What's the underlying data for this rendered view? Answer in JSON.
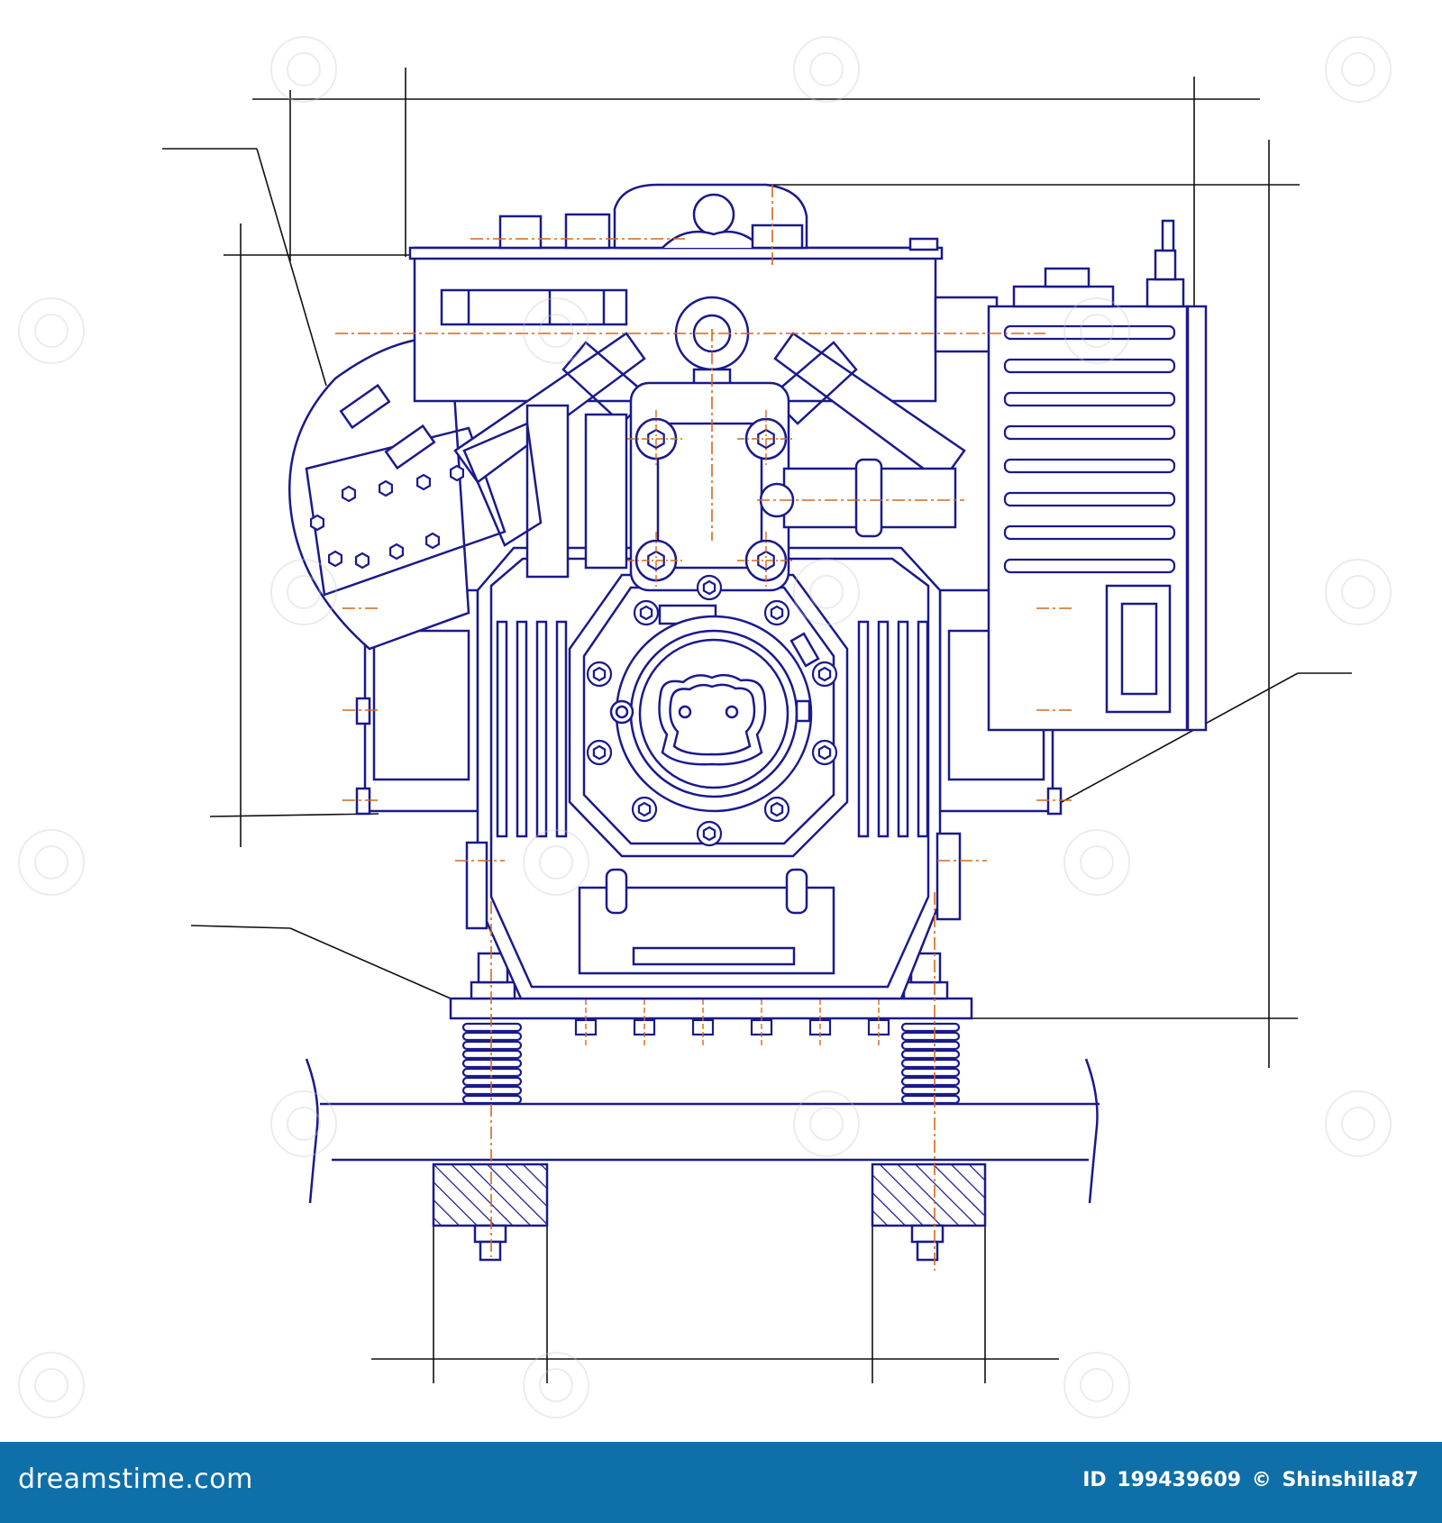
{
  "footer": {
    "brand": "dreamstime.com",
    "id_label": "ID",
    "id_value": "199439609",
    "copyright": "©",
    "author": "Shinshilla87"
  },
  "colors": {
    "line": "#1a1a8c",
    "center": "#d2691e",
    "dim": "#111111",
    "footer_bg": "#0f6fa8"
  },
  "icons": {
    "watermark": "spiral-watermark-icon"
  }
}
